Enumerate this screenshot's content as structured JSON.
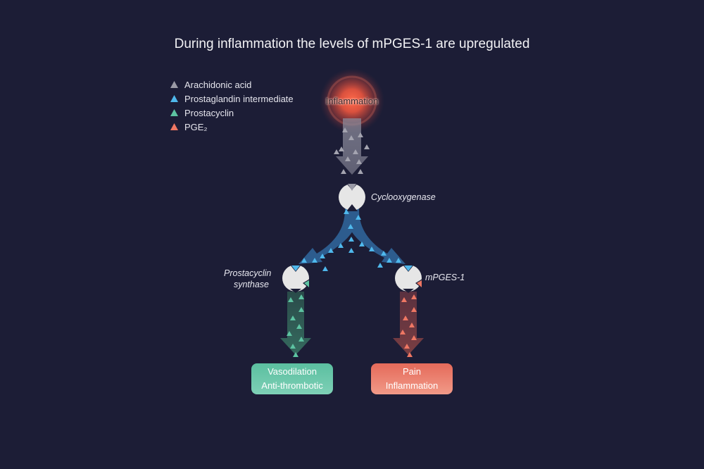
{
  "title": "During inflammation the levels of mPGES-1 are upregulated",
  "legend": [
    {
      "label": "Arachidonic acid",
      "color": "#9a9aa6",
      "icon": "triangle-icon"
    },
    {
      "label": "Prostaglandin intermediate",
      "color": "#4fb8ec",
      "icon": "triangle-icon"
    },
    {
      "label": "Prostacyclin",
      "color": "#5dc3a2",
      "icon": "triangle-icon"
    },
    {
      "label": "PGE₂",
      "color": "#ef7763",
      "icon": "triangle-icon"
    }
  ],
  "inflammation_label": "Inflammation",
  "enzymes": {
    "cox": "Cyclooxygenase",
    "prostacyclin_synthase_line1": "Prostacyclin",
    "prostacyclin_synthase_line2": "synthase",
    "mpges": "mPGES-1"
  },
  "outcomes": {
    "left": {
      "line1": "Vasodilation",
      "line2": "Anti-thrombotic"
    },
    "right": {
      "line1": "Pain",
      "line2": "Inflammation"
    }
  },
  "colors": {
    "background": "#1c1d36",
    "gray_arrow": "#6d6d80",
    "blue_arrow": "#2d5c8e",
    "green_arrow": "#2f5d56",
    "red_arrow": "#6b3941",
    "enzyme": "#e6e6e6"
  }
}
